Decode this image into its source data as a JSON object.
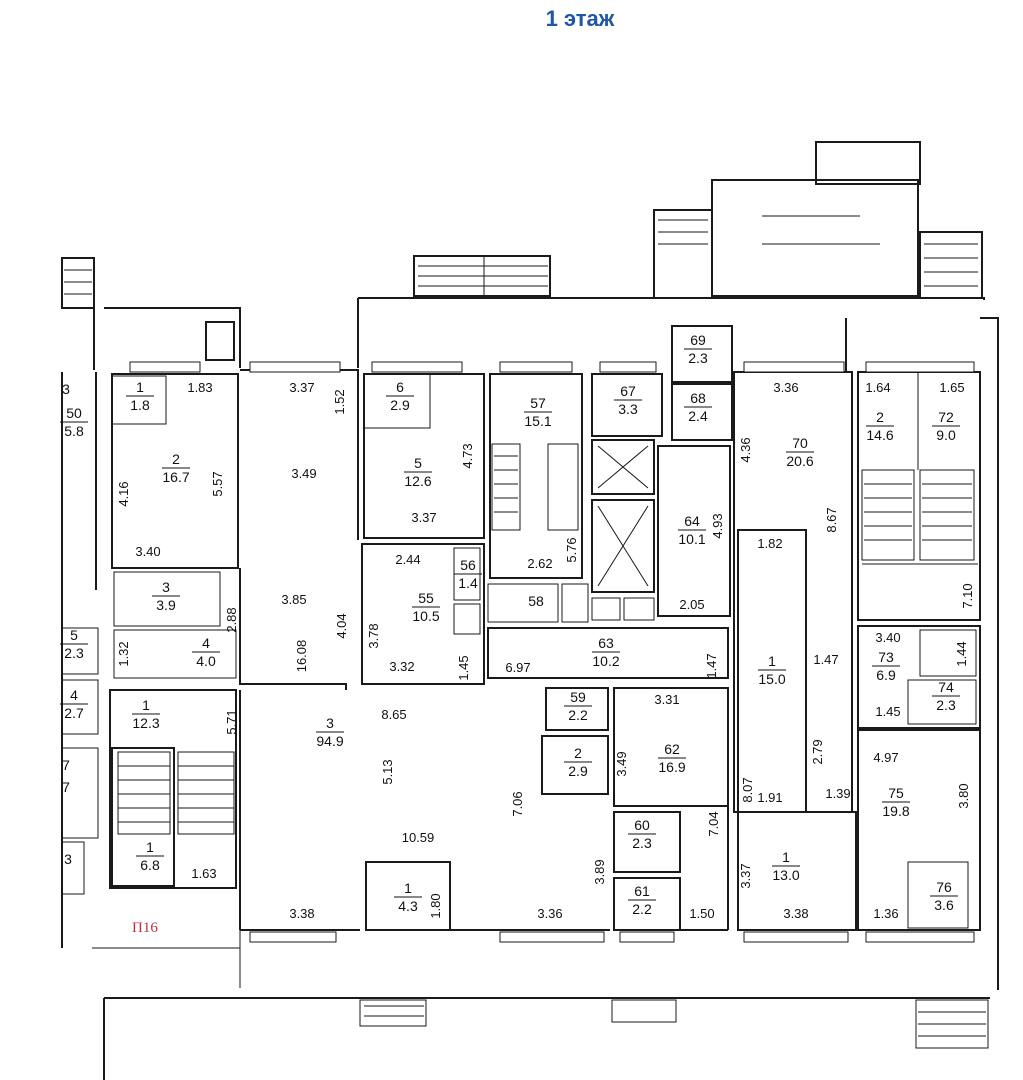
{
  "title": "1 этаж",
  "unit_tag": "П16",
  "colors": {
    "title": "#1f57a8",
    "highlight": "#c0303a",
    "walls": "#1a1a1a"
  },
  "rooms": [
    {
      "number": "1",
      "area": "1.8"
    },
    {
      "number": "2",
      "area": "16.7"
    },
    {
      "number": "3",
      "area": "3.9"
    },
    {
      "number": "4",
      "area": "4.0"
    },
    {
      "number": "1",
      "area": "12.3"
    },
    {
      "number": "1",
      "area": "6.8"
    },
    {
      "number": "3",
      "area": "94.9"
    },
    {
      "number": "6",
      "area": "2.9"
    },
    {
      "number": "5",
      "area": "12.6"
    },
    {
      "number": "56",
      "area": "1.4"
    },
    {
      "number": "55",
      "area": "10.5"
    },
    {
      "number": "57",
      "area": "15.1"
    },
    {
      "number": "67",
      "area": "3.3"
    },
    {
      "number": "69",
      "area": "2.3"
    },
    {
      "number": "68",
      "area": "2.4"
    },
    {
      "number": "64",
      "area": "10.1"
    },
    {
      "number": "63",
      "area": "10.2"
    },
    {
      "number": "59",
      "area": "2.2"
    },
    {
      "number": "2",
      "area": "2.9"
    },
    {
      "number": "62",
      "area": "16.9"
    },
    {
      "number": "60",
      "area": "2.3"
    },
    {
      "number": "61",
      "area": "2.2"
    },
    {
      "number": "1",
      "area": "4.3"
    },
    {
      "number": "70",
      "area": "20.6"
    },
    {
      "number": "1",
      "area": "15.0"
    },
    {
      "number": "1",
      "area": "13.0"
    },
    {
      "number": "2",
      "area": "14.6"
    },
    {
      "number": "72",
      "area": "9.0"
    },
    {
      "number": "73",
      "area": "6.9"
    },
    {
      "number": "74",
      "area": "2.3"
    },
    {
      "number": "75",
      "area": "19.8"
    },
    {
      "number": "76",
      "area": "3.6"
    },
    {
      "number": "50",
      "area": "5.8"
    },
    {
      "number": "5",
      "area": "2.3"
    },
    {
      "number": "4",
      "area": "2.7"
    }
  ],
  "room_number_only": [
    "58"
  ],
  "edge_fragments": [
    "3",
    "7",
    "7",
    "3"
  ],
  "dimensions": [
    "1.83",
    "3.37",
    "1.52",
    "3.36",
    "1.64",
    "1.65",
    "4.16",
    "5.57",
    "3.49",
    "4.73",
    "3.37",
    "4.36",
    "3.40",
    "2.44",
    "2.62",
    "5.76",
    "4.93",
    "1.82",
    "8.67",
    "3.85",
    "2.88",
    "4.04",
    "3.78",
    "2.05",
    "7.10",
    "16.08",
    "1.32",
    "1.45",
    "3.32",
    "6.97",
    "1.47",
    "1.47",
    "3.40",
    "1.44",
    "3.31",
    "1.45",
    "5.71",
    "8.65",
    "3.49",
    "2.79",
    "4.97",
    "5.13",
    "7.06",
    "8.07",
    "7.04",
    "1.39",
    "3.80",
    "1.91",
    "10.59",
    "3.89",
    "3.37",
    "1.63",
    "1.80",
    "3.38",
    "3.36",
    "1.50",
    "3.38",
    "1.36"
  ]
}
